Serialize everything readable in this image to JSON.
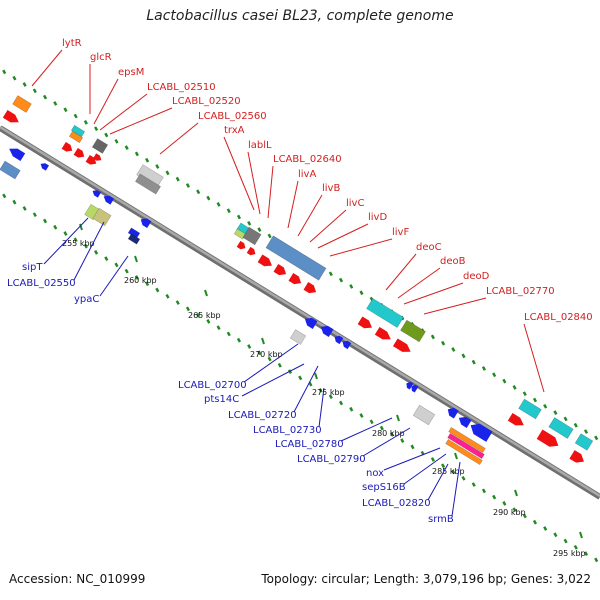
{
  "title": "Lactobacillus casei BL23, complete genome",
  "footer": {
    "accession": "Accession: NC_010999",
    "topology": "Topology: circular; Length: 3,079,196 bp; Genes: 3,022"
  },
  "scale_labels": [
    "255 kbp",
    "260 kbp",
    "265 kbp",
    "270 kbp",
    "275 kbp",
    "280 kbp",
    "285 kbp",
    "290 kbp",
    "295 kbp"
  ],
  "forward_gene_labels": [
    "lytR",
    "glcR",
    "epsM",
    "LCABL_02510",
    "LCABL_02520",
    "LCABL_02560",
    "trxA",
    "lablL",
    "LCABL_02640",
    "livA",
    "livB",
    "livC",
    "livD",
    "livF",
    "deoC",
    "deoB",
    "deoD",
    "LCABL_02770",
    "LCABL_02840"
  ],
  "reverse_gene_labels": [
    "sipT",
    "LCABL_02550",
    "ypaC",
    "LCABL_02700",
    "pts14C",
    "LCABL_02720",
    "LCABL_02730",
    "LCABL_02780",
    "LCABL_02790",
    "nox",
    "sepS16B",
    "LCABL_02820",
    "srmB"
  ],
  "colors": {
    "backbone": "#8c8c8c",
    "forward_label": "#d42020",
    "reverse_label": "#1a1ab8",
    "cds": "#ee1111",
    "orange": "#ff8c1a",
    "cyan": "#22c8cc",
    "steel": "#5b8fc6",
    "olive": "#6f9a1e",
    "grey": "#8f8f8f",
    "light_grey": "#cfcfcf",
    "magenta": "#ff1f8f",
    "navy": "#1a2a7a",
    "blue": "#1a24e8",
    "green_dots": "#228a22",
    "yellow_green": "#b8d86a",
    "khaki": "#c8c37a"
  }
}
